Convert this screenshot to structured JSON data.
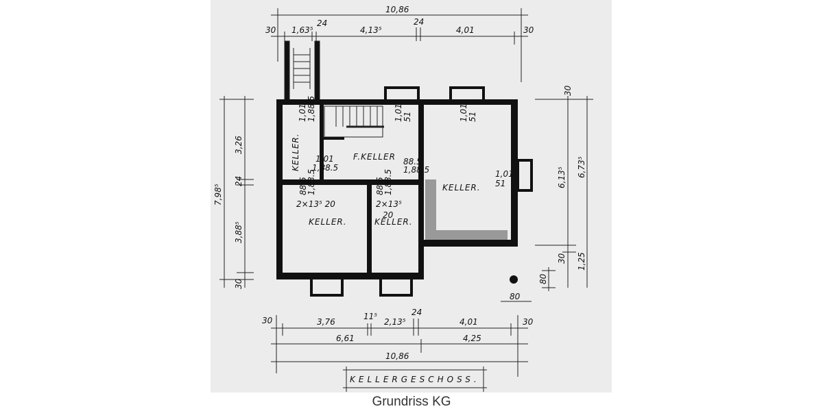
{
  "caption": "Grundriss KG",
  "plan": {
    "title": "KELLERGESCHOSS.",
    "rooms": {
      "keller_left": "KELLER.",
      "f_keller": "F.KELLER",
      "keller_right": "KELLER.",
      "keller_bottom_left": "KELLER.",
      "keller_bottom_mid": "KELLER."
    },
    "openings": {
      "o1": [
        "1,01",
        "1,88.5"
      ],
      "o2": [
        "1,01",
        "51"
      ],
      "o3": [
        "1,01",
        "51"
      ],
      "o4": [
        "1,01",
        "1,88.5"
      ],
      "o5": [
        "88.5",
        "1,88.5"
      ],
      "o6": [
        "1,01",
        "51"
      ],
      "o7": [
        "88.5",
        "1,88.5"
      ],
      "o8": [
        "88.5",
        "1,88.5"
      ],
      "o9": "2×13⁵ 20",
      "o10": [
        "2×13⁵",
        "20"
      ]
    },
    "top_dims": {
      "total": "10,86",
      "parts": [
        "30",
        "1,63⁵",
        "24",
        "4,13⁵",
        "24",
        "4,01",
        "30"
      ]
    },
    "bottom_dims": {
      "row1": [
        "30",
        "3,76",
        "11⁵",
        "2,13⁵",
        "24",
        "4,01",
        "30"
      ],
      "row2": [
        "6,61",
        "4,25"
      ],
      "total": "10,86"
    },
    "left_dims": [
      "7,98⁵",
      "3,26",
      "24",
      "3,88⁵",
      "30"
    ],
    "right_dims": [
      "30",
      "6,13⁵",
      "6,73⁵",
      "30",
      "1,25",
      "80"
    ],
    "chimney_dims": [
      "80",
      "80"
    ]
  }
}
